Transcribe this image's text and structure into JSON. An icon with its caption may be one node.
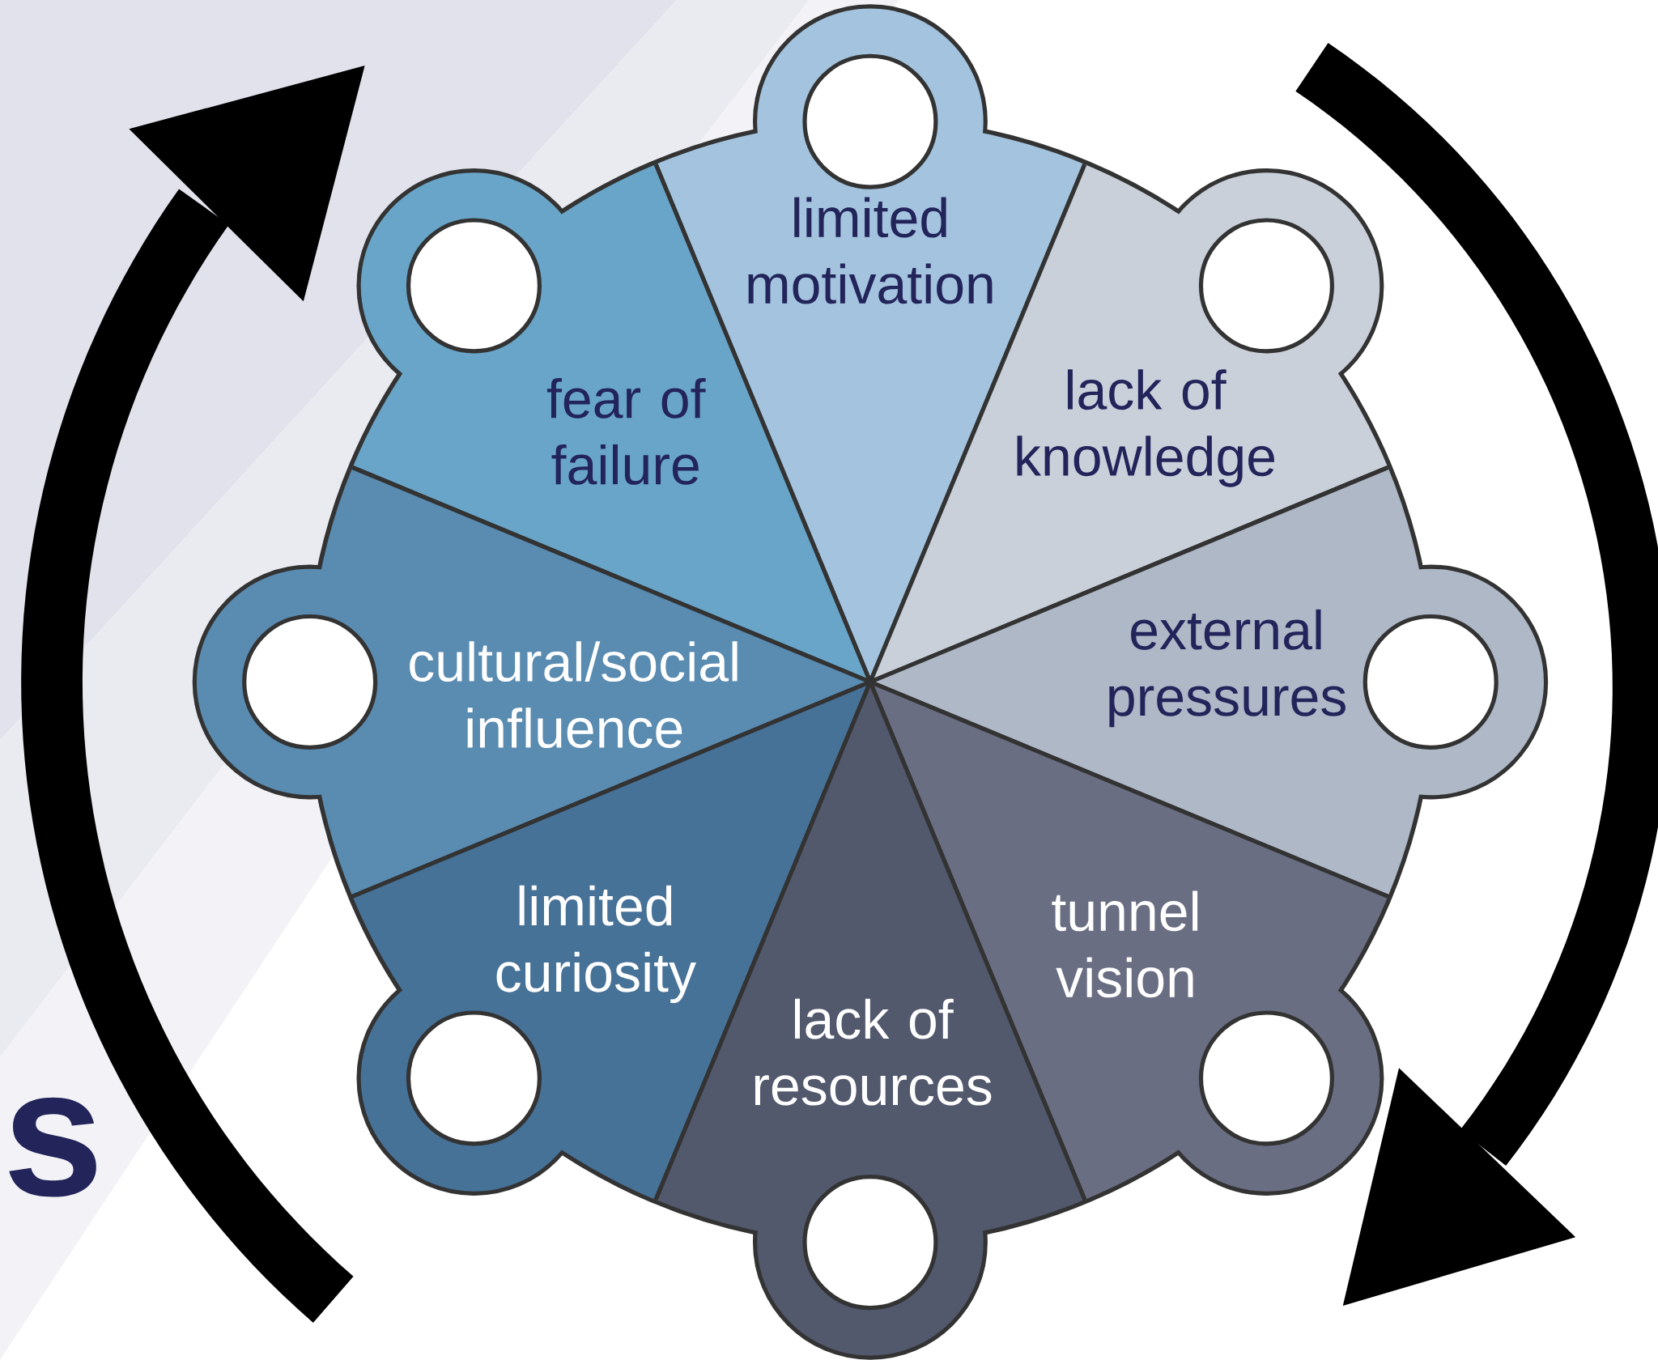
{
  "diagram": {
    "nodes": [
      {
        "text": [
          "limited motivation"
        ]
      },
      {
        "text": [
          "fear of failure"
        ]
      },
      {
        "text": [
          "lack of knowledge"
        ]
      },
      {
        "text": [
          "cultural/social influence"
        ]
      },
      {
        "text": [
          "external pressures"
        ]
      },
      {
        "text": [
          "limited curiosity"
        ]
      },
      {
        "text": [
          "tunnel vision"
        ]
      },
      {
        "text": [
          "lack of resources"
        ]
      }
    ],
    "labels": [
      "s"
    ]
  }
}
